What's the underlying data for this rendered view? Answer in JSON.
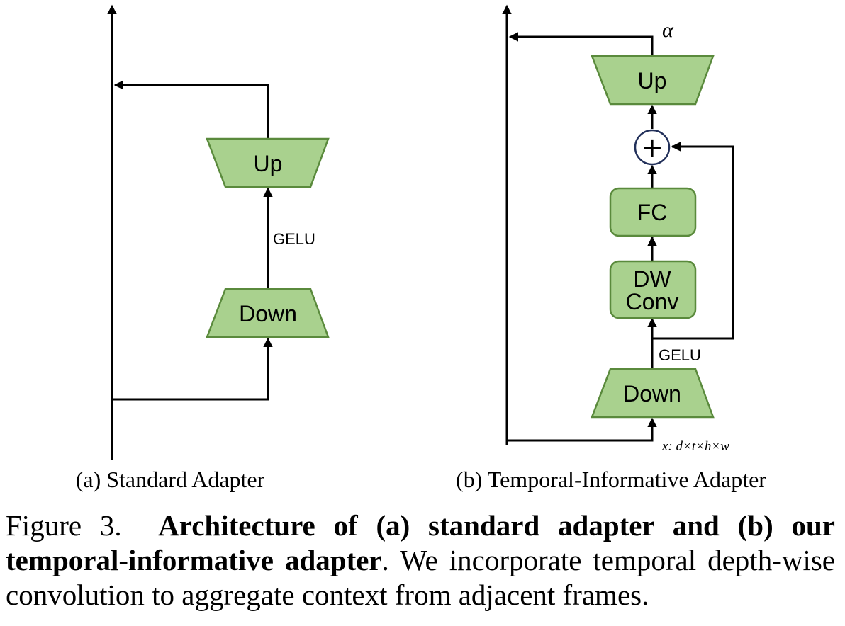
{
  "panel_a": {
    "up_label": "Up",
    "down_label": "Down",
    "activation_label": "GELU",
    "subcaption": "(a) Standard Adapter"
  },
  "panel_b": {
    "up_label": "Up",
    "down_label": "Down",
    "fc_label": "FC",
    "dwconv_line1": "DW",
    "dwconv_line2": "Conv",
    "activation_label": "GELU",
    "scale_label": "α",
    "add_symbol": "+",
    "input_shape_label": "x: d×t×h×w",
    "subcaption": "(b) Temporal-Informative Adapter"
  },
  "caption": {
    "prefix": "Figure 3.",
    "bold": "Architecture of (a) standard adapter and (b) our temporal-informative adapter",
    "rest": ". We incorporate temporal depth-wise convolution to aggregate context from adjacent frames."
  }
}
